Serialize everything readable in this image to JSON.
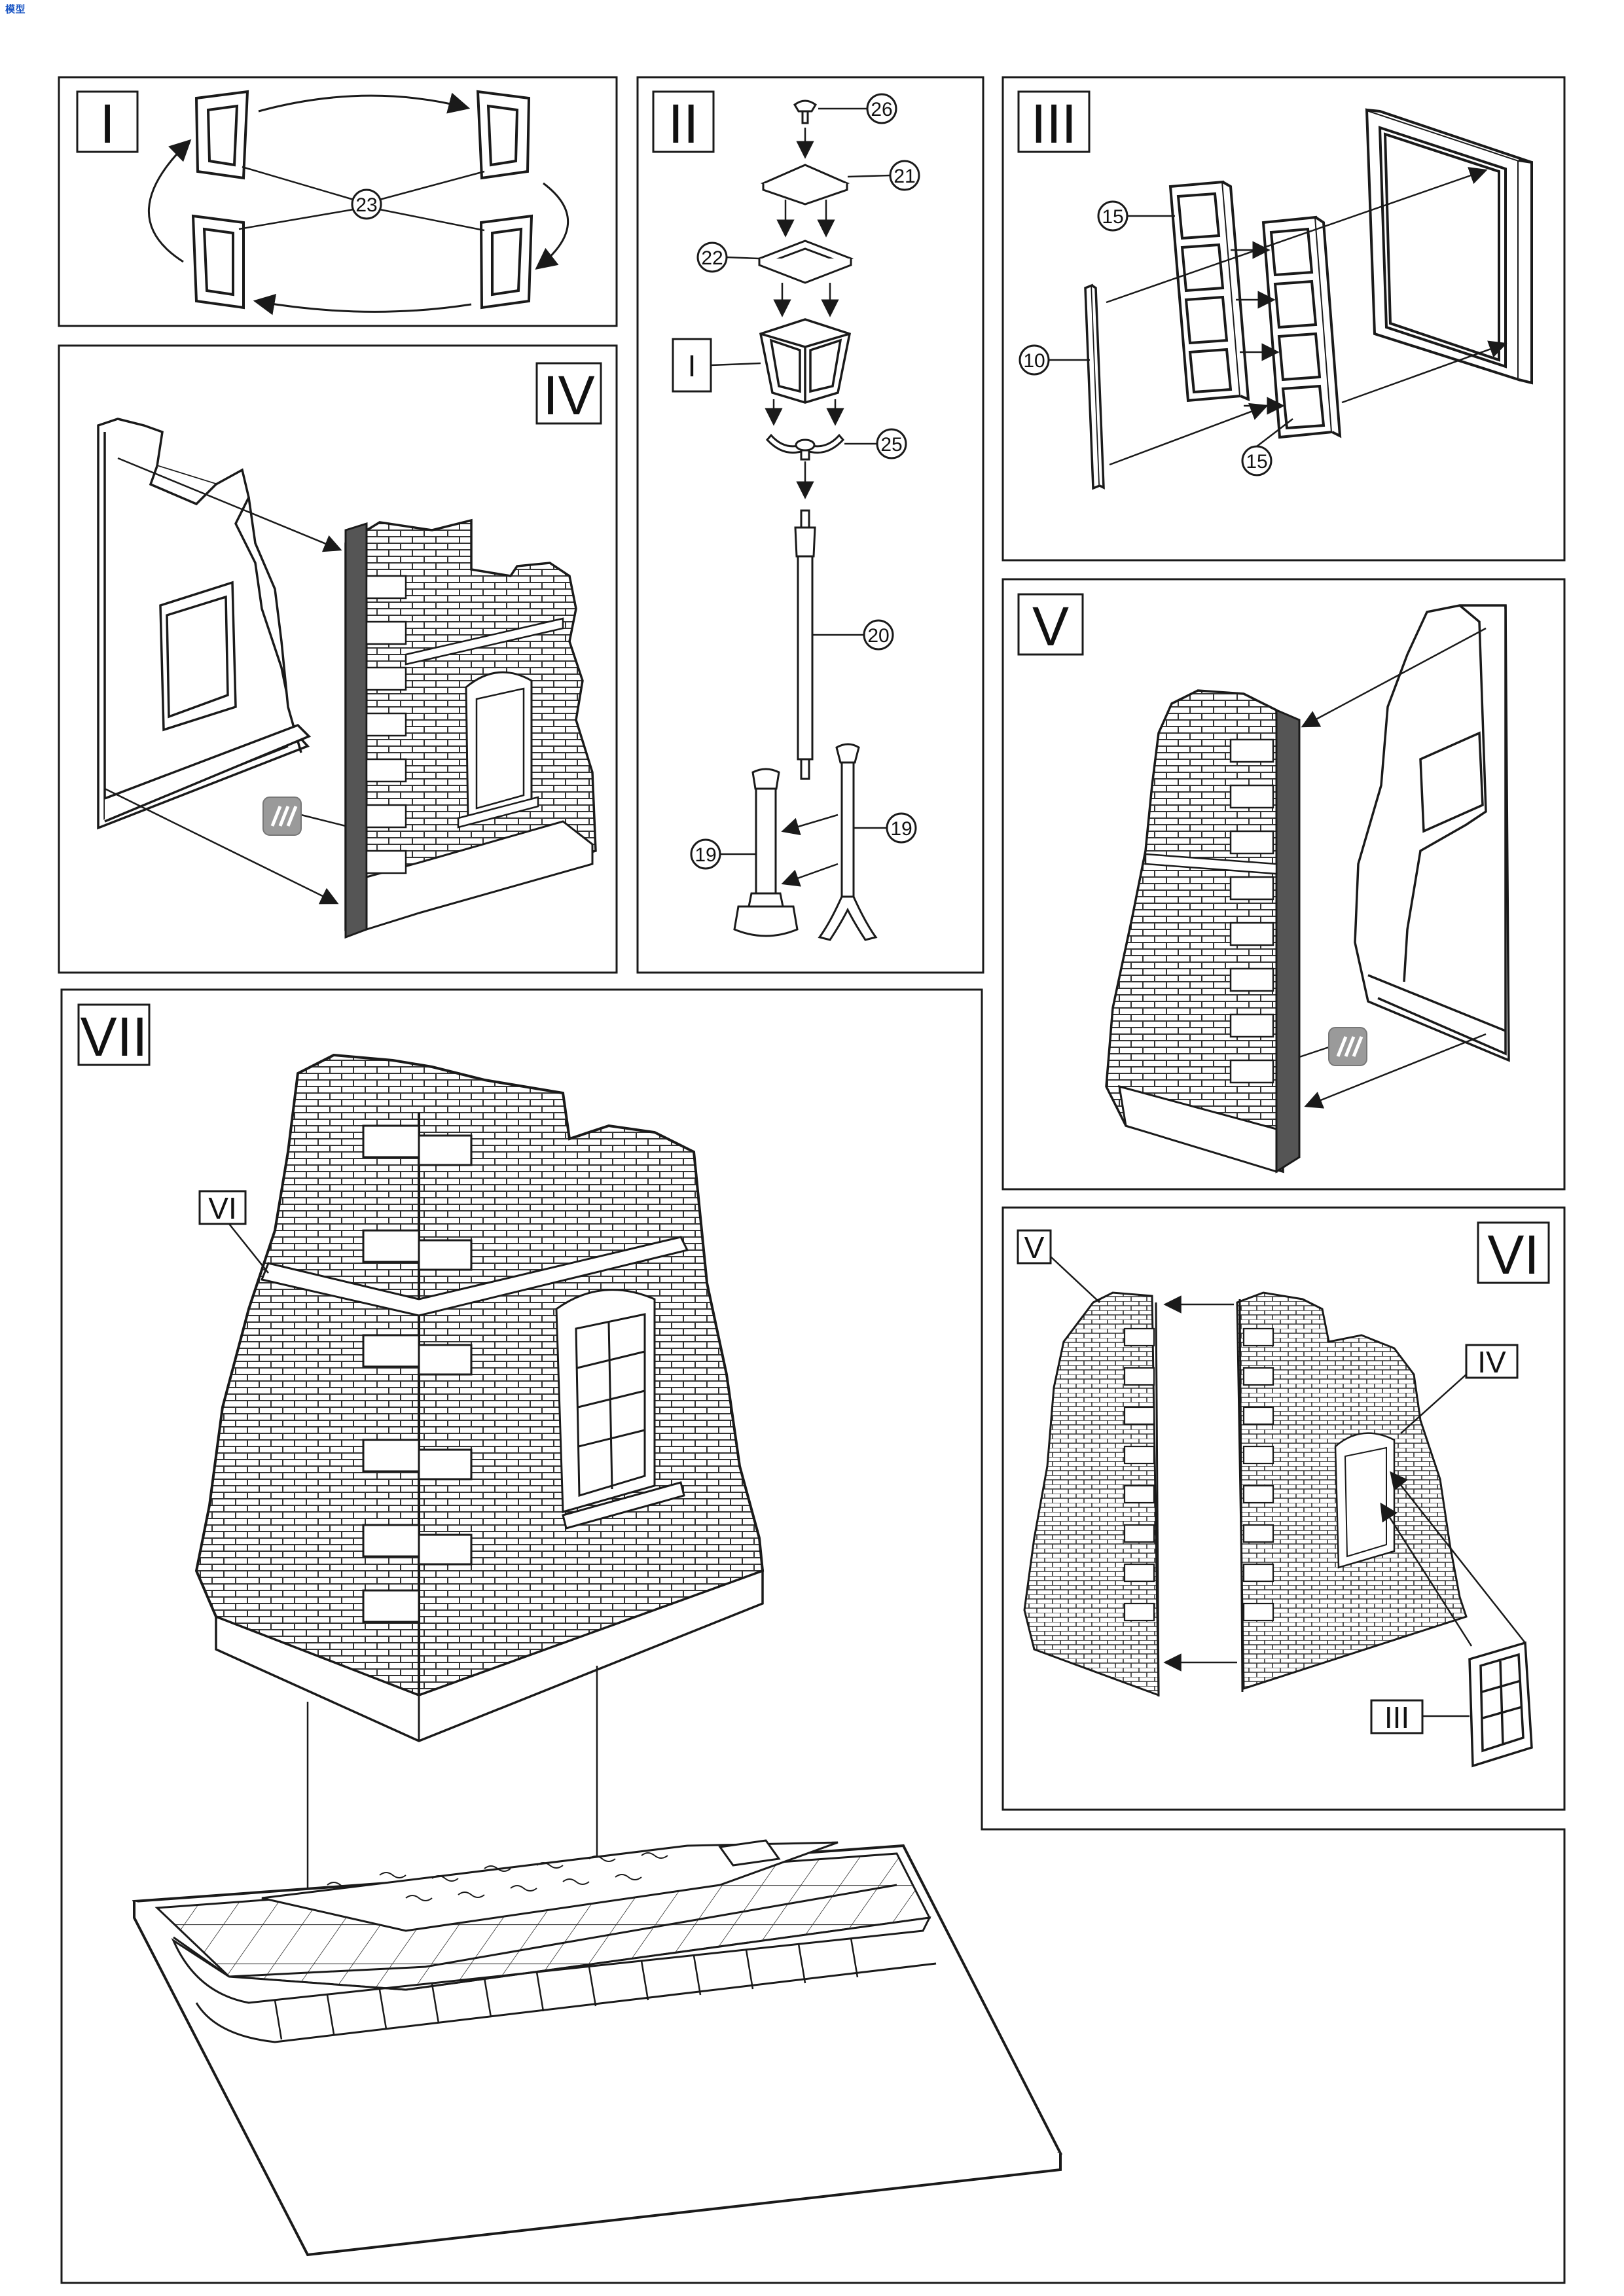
{
  "corner_logo": {
    "main": "模型",
    "sub": ""
  },
  "panels": [
    {
      "id": "I",
      "label": "I",
      "parts": [
        "23"
      ]
    },
    {
      "id": "II",
      "label": "II",
      "parts": [
        "26",
        "21",
        "22",
        "25",
        "20",
        "19",
        "19"
      ],
      "inset_ref": "I"
    },
    {
      "id": "III",
      "label": "III",
      "parts": [
        "15",
        "10",
        "15"
      ]
    },
    {
      "id": "IV",
      "label": "IV",
      "parts": []
    },
    {
      "id": "V",
      "label": "V",
      "parts": []
    },
    {
      "id": "VI",
      "label": "VI",
      "refs": [
        "V",
        "IV",
        "III"
      ]
    },
    {
      "id": "VII",
      "label": "VII",
      "refs": [
        "VI"
      ]
    }
  ],
  "glue_icon": "glue-icon",
  "colors": {
    "line": "#1a1a1a",
    "wall_dark": "#555555",
    "glue_gray": "#9a9a9a"
  }
}
